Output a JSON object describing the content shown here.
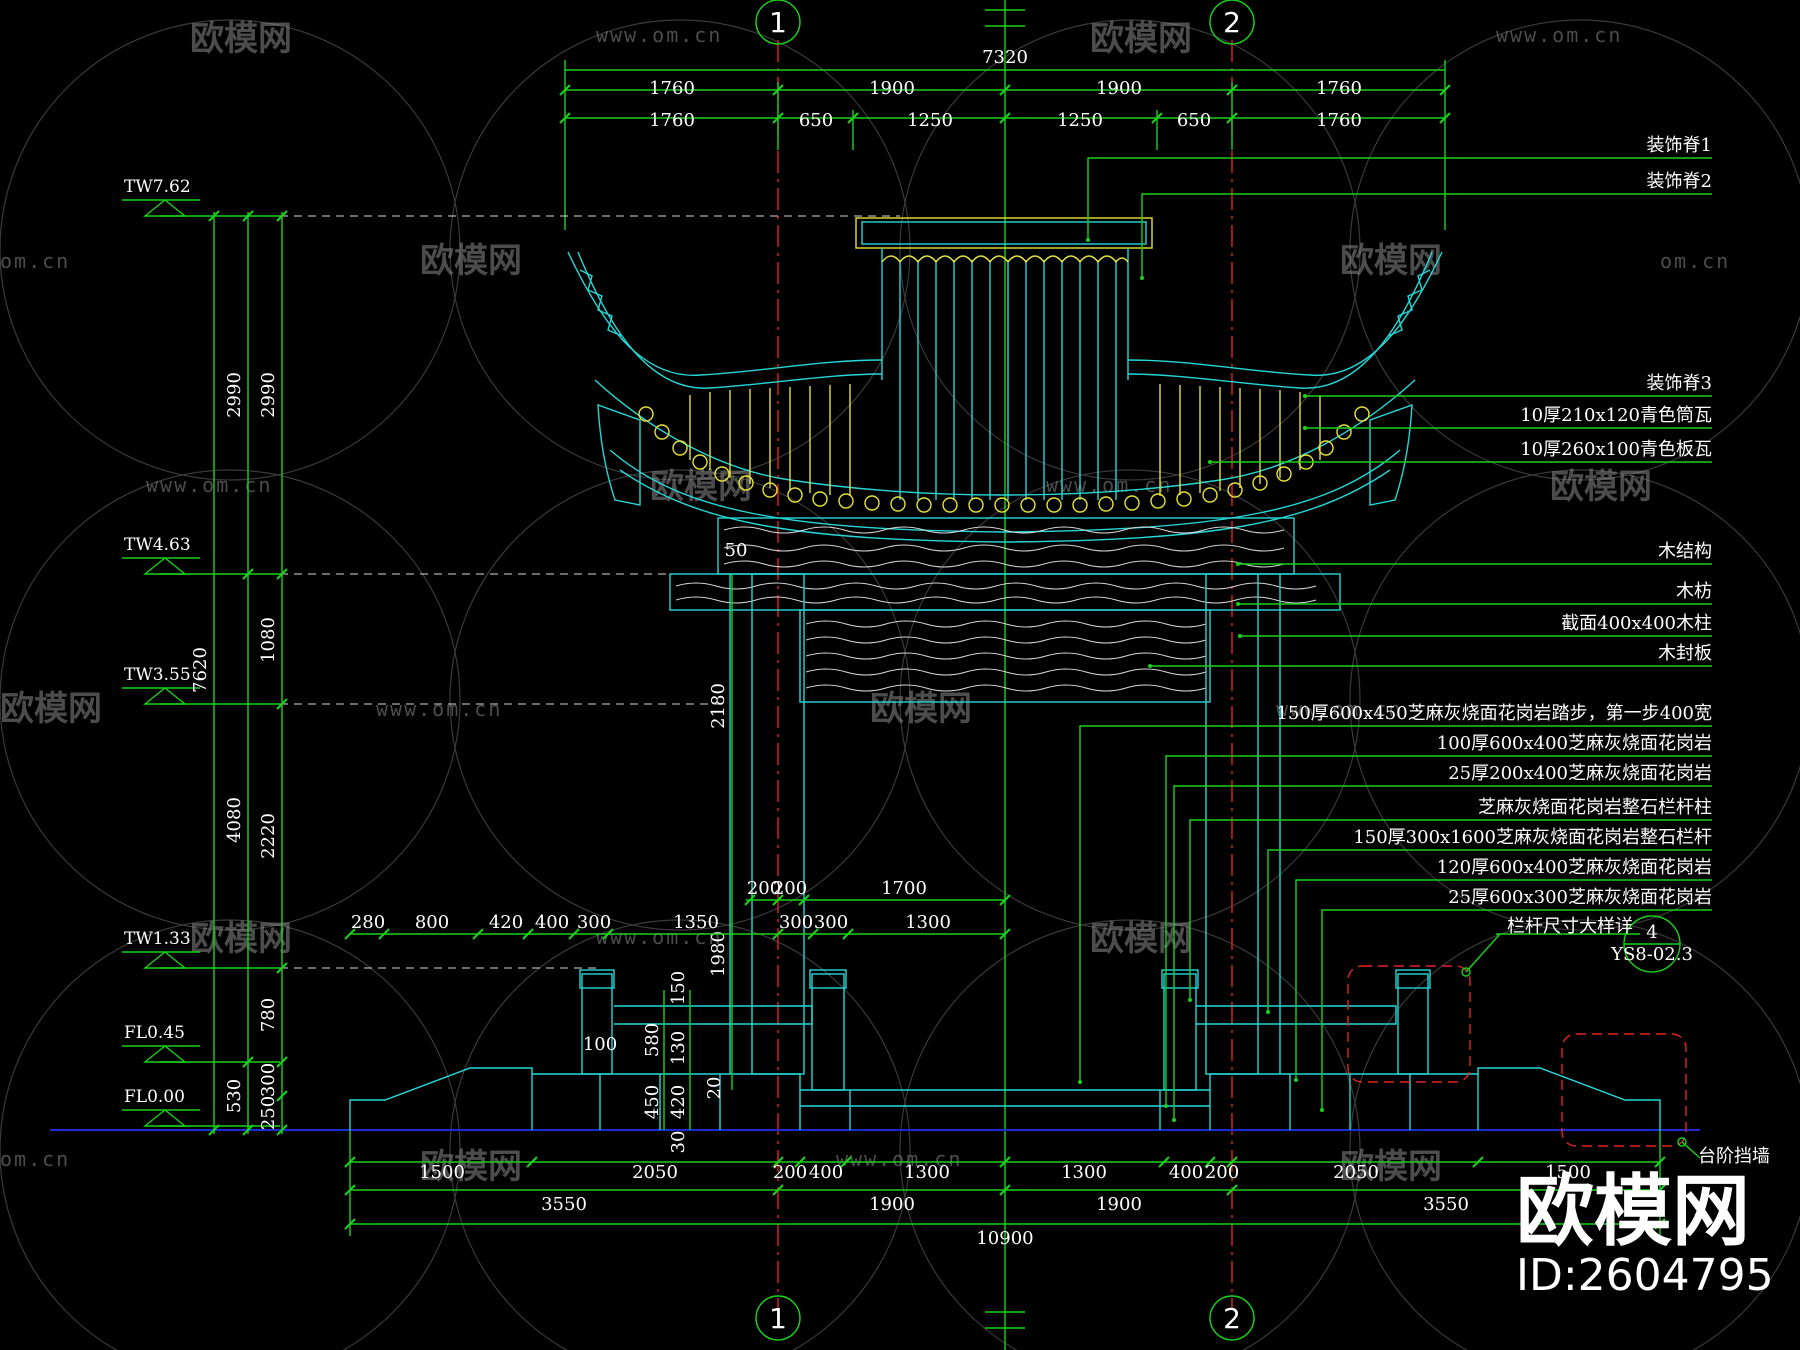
{
  "watermarks": {
    "brand_small": "欧模网",
    "url": "www.om.cn",
    "url_short": "om.cn",
    "brand_big": "欧模网",
    "id_text": "ID:2604795"
  },
  "axes": [
    "1",
    "2"
  ],
  "levels": [
    "TW7.62",
    "TW4.63",
    "TW3.55",
    "TW1.33",
    "FL0.45",
    "FL0.00"
  ],
  "top_dims": {
    "total": "7320",
    "row1": [
      "1760",
      "1900",
      "1900",
      "1760"
    ],
    "row2": [
      "1760",
      "650",
      "1250",
      "1250",
      "650",
      "1760"
    ]
  },
  "left_dims": {
    "outer": [
      "7620"
    ],
    "middle": [
      "2990",
      "4080",
      "530"
    ],
    "inner": [
      "2990",
      "1080",
      "2220",
      "780",
      "300",
      "250"
    ]
  },
  "inner_dims": [
    "50",
    "2180",
    "1980",
    "150",
    "580",
    "130",
    "100",
    "450",
    "420",
    "20",
    "30"
  ],
  "mid_dims": {
    "row_a": [
      "200",
      "200",
      "1700"
    ],
    "row_b": [
      "280",
      "800",
      "420",
      "400",
      "300",
      "1350",
      "300",
      "300",
      "1300"
    ]
  },
  "bottom_dims": {
    "row1": [
      "1500",
      "2050",
      "200",
      "400",
      "1300",
      "1300",
      "400",
      "200",
      "2050",
      "1500"
    ],
    "row2": [
      "3550",
      "1900",
      "1900",
      "3550"
    ],
    "total": "10900"
  },
  "annotations": [
    "装饰脊1",
    "装饰脊2",
    "装饰脊3",
    "10厚210x120青色筒瓦",
    "10厚260x100青色板瓦",
    "木结构",
    "木枋",
    "截面400x400木柱",
    "木封板",
    "150厚600x450芝麻灰烧面花岗岩踏步，第一步400宽",
    "100厚600x400芝麻灰烧面花岗岩",
    "25厚200x400芝麻灰烧面花岗岩",
    "芝麻灰烧面花岗岩整石栏杆柱",
    "150厚300x1600芝麻灰烧面花岗岩整石栏杆",
    "120厚600x400芝麻灰烧面花岗岩",
    "25厚600x300芝麻灰烧面花岗岩"
  ],
  "detail": {
    "title": "栏杆尺寸大样详",
    "number": "4",
    "sheet": "YS8-02.3",
    "step_label": "台阶挡墙"
  },
  "colors": {
    "dimension": "#19d219",
    "outline": "#27d7d7",
    "roof_tile": "#e6e23a",
    "axis_line": "#e32222",
    "background": "#000000"
  }
}
